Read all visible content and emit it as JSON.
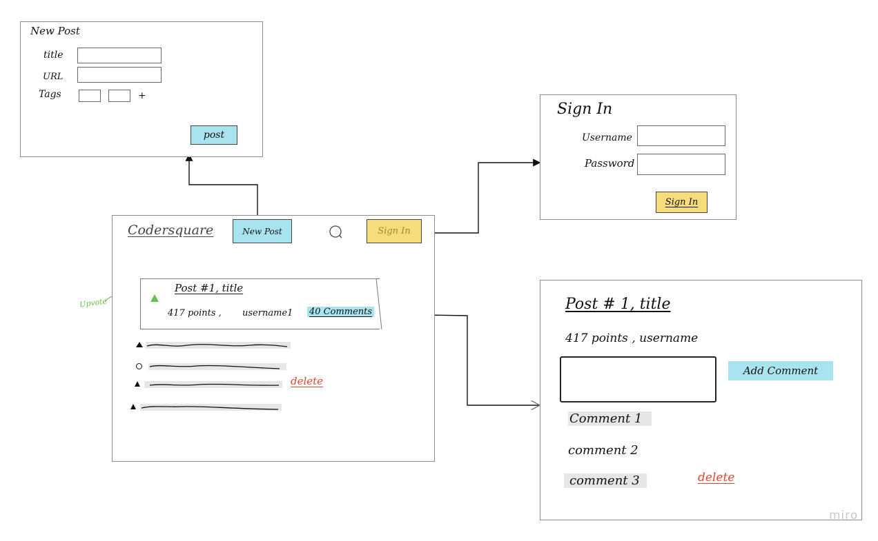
{
  "new_post_frame": {
    "title": "New Post",
    "fields": [
      {
        "label": "title",
        "value": ""
      },
      {
        "label": "URL",
        "value": ""
      }
    ],
    "tags_label": "Tags",
    "add_tag_glyph": "+",
    "post_button": "post"
  },
  "sign_in_frame": {
    "title": "Sign In",
    "fields": [
      {
        "label": "Username",
        "value": ""
      },
      {
        "label": "Password",
        "value": ""
      }
    ],
    "submit_button": "Sign In"
  },
  "home_frame": {
    "logo": "Codersquare",
    "new_post_button": "New Post",
    "search_icon": "search-icon",
    "sign_in_button": "Sign In",
    "featured_post": {
      "title": "Post #1, title",
      "points": "417 points ,",
      "username": "username1",
      "comments_link": "40 Comments"
    },
    "delete_label": "delete",
    "upvote_note": "Upvote"
  },
  "post_detail_frame": {
    "title": "Post # 1, title",
    "meta": "417 points ,  username",
    "add_comment_button": "Add Comment",
    "comments": [
      "Comment 1",
      "comment 2",
      "comment 3"
    ],
    "delete_label": "delete"
  },
  "watermark": "miro",
  "colors": {
    "accent_blue": "#a9e3ef",
    "accent_yellow": "#f6dc7a",
    "delete_red": "#e0462b",
    "upvote_green": "#6cc04a"
  }
}
